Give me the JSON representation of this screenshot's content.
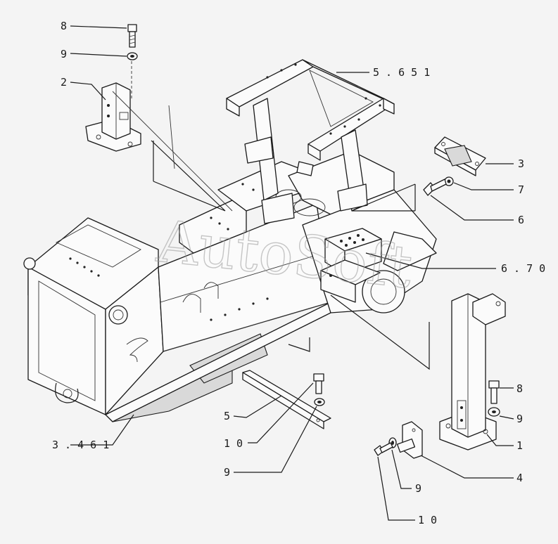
{
  "watermark": "AutoSoft",
  "callouts": {
    "c8_top": "8",
    "c9_top": "9",
    "c2": "2",
    "c5651": "5 . 6 5 1",
    "c3": "3",
    "c7": "7",
    "c6": "6",
    "c670": "6 . 7 0",
    "c8_right": "8",
    "c9_right": "9",
    "c1": "1",
    "c4": "4",
    "c9_bottom_right": "9",
    "c10_bottom_right": "1 0",
    "c5": "5",
    "c10_center": "1 0",
    "c9_center": "9",
    "c3461": "3 . 4 6 1"
  }
}
